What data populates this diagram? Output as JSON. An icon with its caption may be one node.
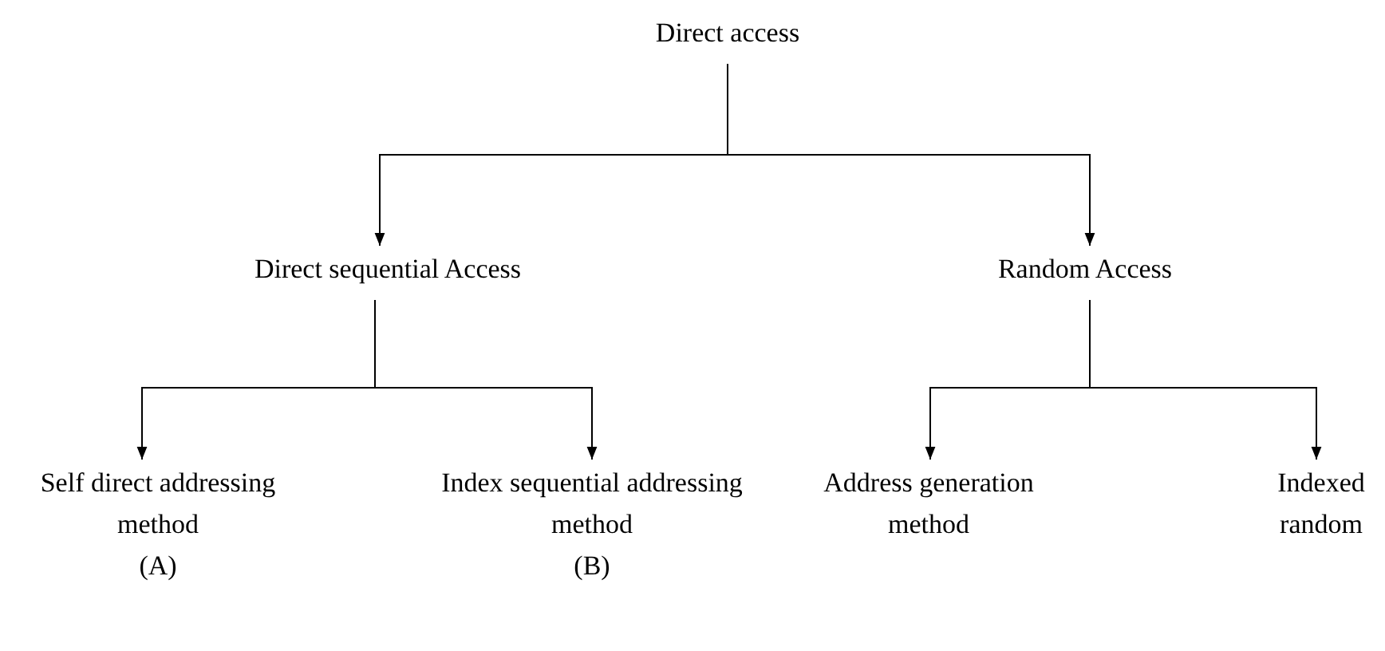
{
  "diagram": {
    "nodes": [
      {
        "text": [
          "Direct access"
        ]
      },
      {
        "text": [
          "Direct sequential Access"
        ]
      },
      {
        "text": [
          "Random Access"
        ]
      },
      {
        "text": [
          "Self direct addressing method",
          "(A)"
        ]
      },
      {
        "text": [
          "Index sequential addressing method",
          "(B)"
        ]
      },
      {
        "text": [
          "Address generation method"
        ]
      },
      {
        "text": [
          "Indexed random"
        ]
      }
    ],
    "edges": [
      {
        "from": 0,
        "to": 1,
        "arrow": "to"
      },
      {
        "from": 0,
        "to": 2,
        "arrow": "to"
      },
      {
        "from": 1,
        "to": 3,
        "arrow": "to"
      },
      {
        "from": 1,
        "to": 4,
        "arrow": "to"
      },
      {
        "from": 2,
        "to": 5,
        "arrow": "to"
      },
      {
        "from": 2,
        "to": 6,
        "arrow": "to"
      }
    ]
  }
}
